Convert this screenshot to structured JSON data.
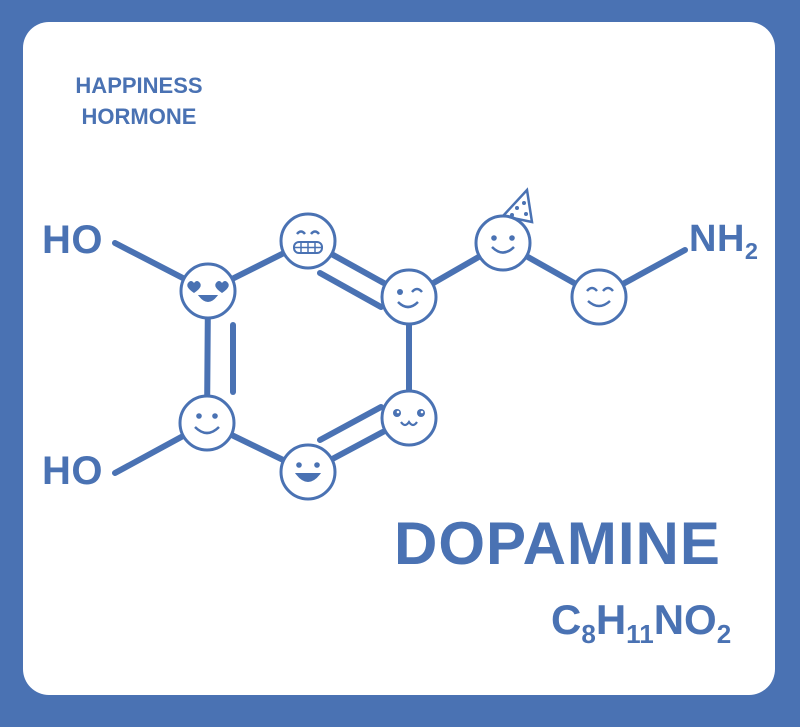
{
  "tagline": {
    "line1": "HAPPINESS",
    "line2": "HORMONE"
  },
  "substituents": {
    "hydroxyl_top": "HO",
    "hydroxyl_bottom": "HO",
    "amine_main": "NH",
    "amine_sub": "2"
  },
  "title": "DOPAMINE",
  "formula": {
    "c": "C",
    "c_count": "8",
    "h": "H",
    "h_count": "11",
    "n": "N",
    "o": "O",
    "o_count": "2"
  },
  "colors": {
    "accent": "#4a72b3",
    "card": "#ffffff"
  },
  "atom_faces": [
    "heart-eyes-face",
    "grinning-teeth-face",
    "winking-face",
    "smiling-face",
    "open-mouth-face",
    "cute-face",
    "party-hat-face",
    "squinting-smile-face"
  ]
}
